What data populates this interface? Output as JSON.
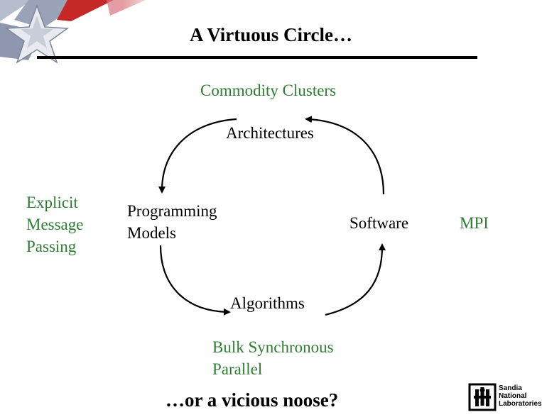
{
  "slide": {
    "title": "A Virtuous Circle…",
    "footer": "…or a vicious noose?"
  },
  "diagram": {
    "nodes": {
      "architectures": "Architectures",
      "programming_models": "Programming Models",
      "software": "Software",
      "algorithms": "Algorithms"
    },
    "examples": {
      "commodity_clusters": "Commodity Clusters",
      "explicit_message_passing": "Explicit Message Passing",
      "mpi": "MPI",
      "bulk_synchronous_parallel": "Bulk Synchronous Parallel"
    }
  },
  "logo": {
    "line1": "Sandia",
    "line2": "National",
    "line3": "Laboratories"
  },
  "colors": {
    "example_text": "#2e7d32",
    "node_text": "#000000",
    "accent_red": "#c62828",
    "accent_blue": "#1a237e"
  }
}
